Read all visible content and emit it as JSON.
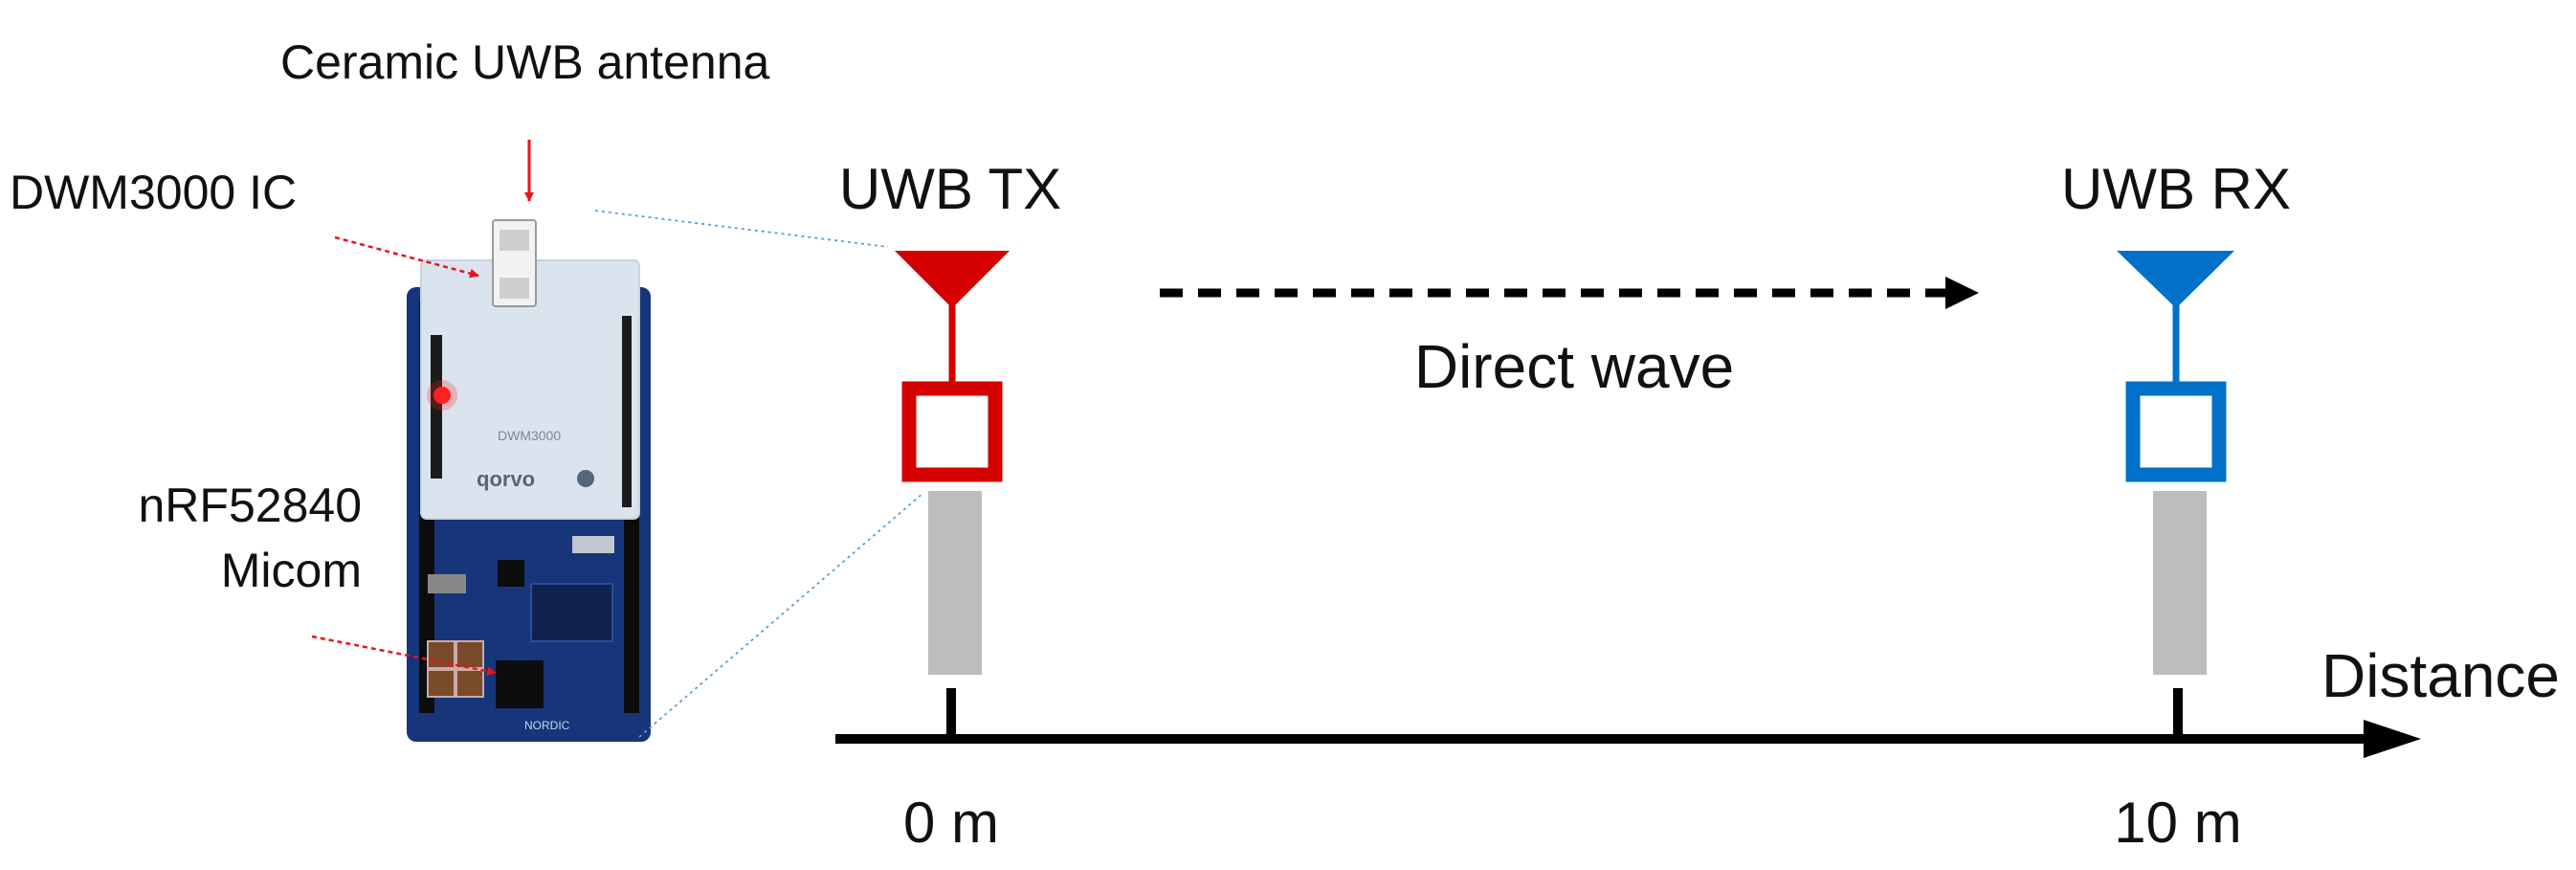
{
  "labels": {
    "antenna": "Ceramic UWB antenna",
    "ic": "DWM3000 IC",
    "micom_line1": "nRF52840",
    "micom_line2": "Micom",
    "tx": "UWB TX",
    "rx": "UWB RX",
    "wave": "Direct wave",
    "axis": "Distance",
    "tick_0": "0 m",
    "tick_10": "10 m"
  },
  "board_marks": {
    "brand": "qorvo",
    "model": "DWM3000",
    "base_brand": "NORDIC"
  },
  "distances_m": {
    "tx": 0,
    "rx": 10
  },
  "colors": {
    "tx": "#d40000",
    "rx": "#0070c8",
    "pointer": "#e8141b",
    "axis": "#000000",
    "pole": "#bdbdbd",
    "board": "#16357a",
    "shield": "#dbe4ee"
  }
}
